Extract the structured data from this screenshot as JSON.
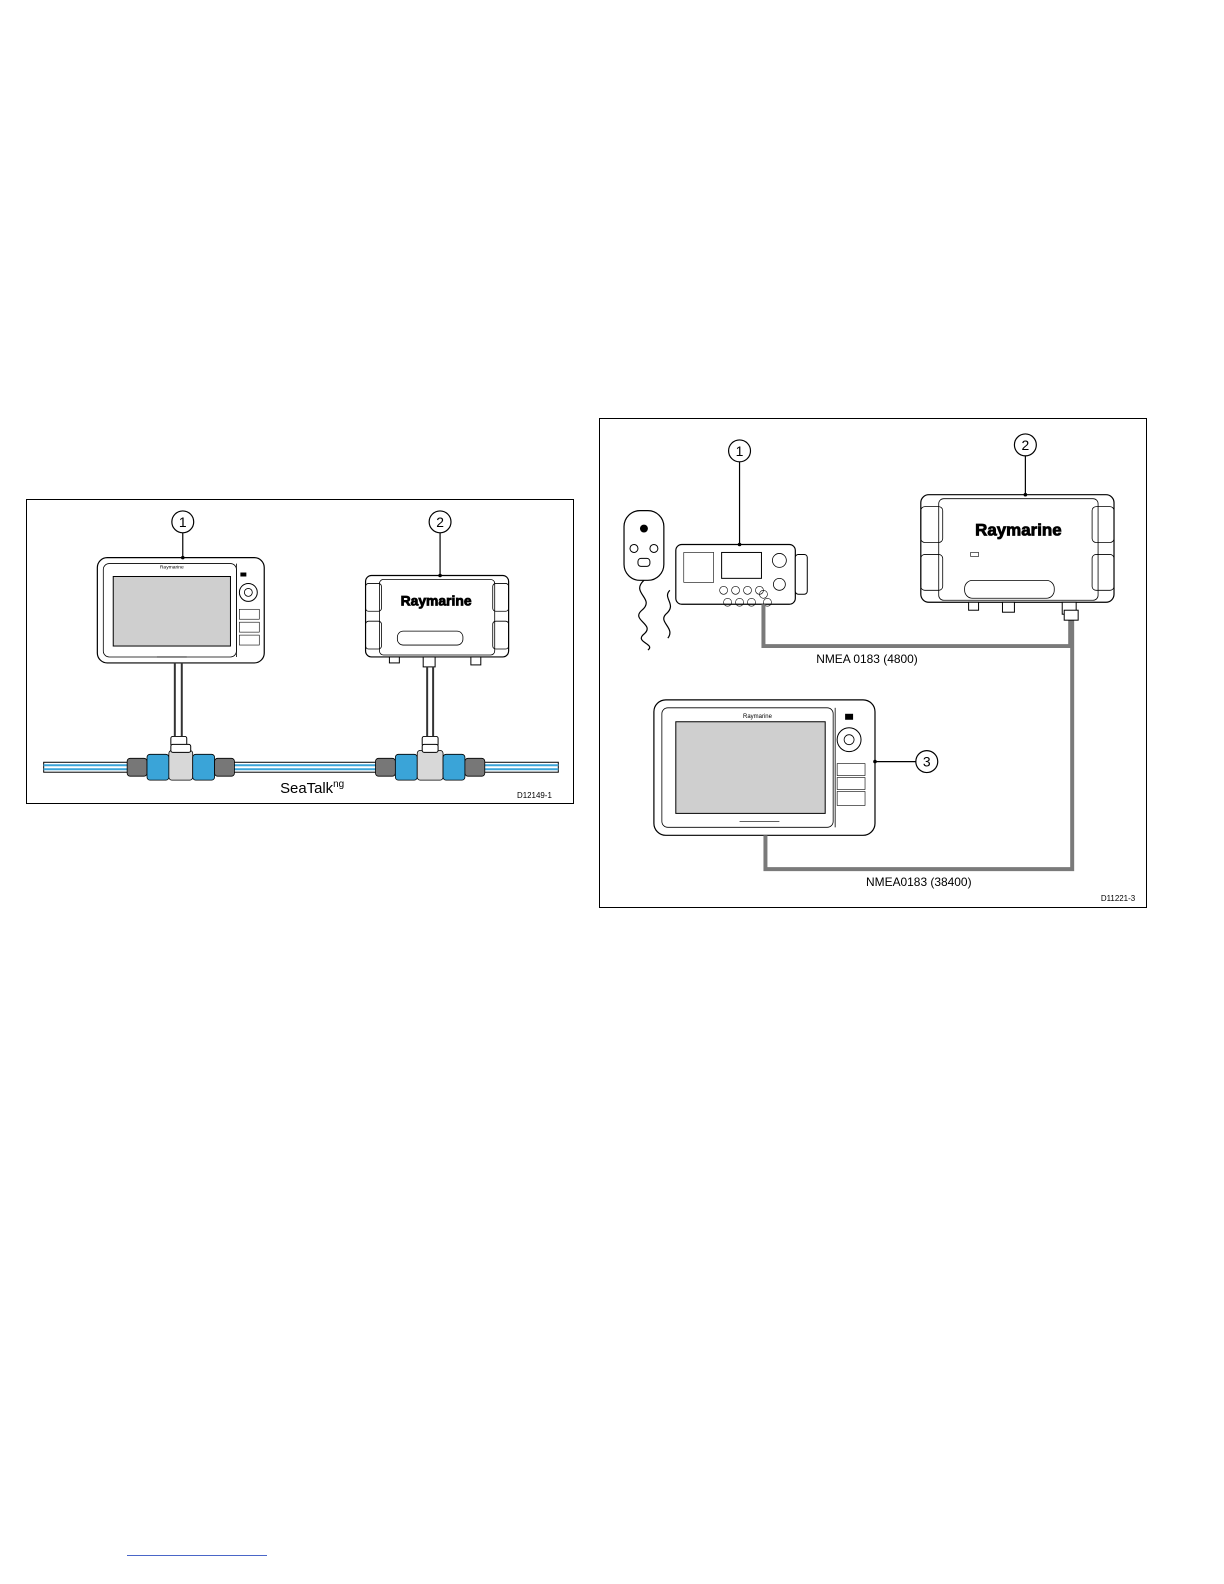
{
  "colors": {
    "cable_gray": "#7a7a7a",
    "backbone_blue": "#3aa4d8",
    "connector_blue": "#3aa4d8",
    "screen_gray": "#cfcfcf",
    "footer_link": "#4a66c8"
  },
  "left_diagram": {
    "callouts": [
      "1",
      "2"
    ],
    "display_brand": "Raymarine",
    "unit_brand": "Raymarine",
    "network_label": "SeaTalk",
    "network_label_sup": "ng",
    "figure_id": "D12149-1"
  },
  "right_diagram": {
    "callouts": [
      "1",
      "2",
      "3"
    ],
    "unit_brand": "Raymarine",
    "display_brand": "Raymarine",
    "cable_1_label": "NMEA 0183 (4800)",
    "cable_2_label": "NMEA0183 (38400)",
    "figure_id": "D11221-3"
  }
}
